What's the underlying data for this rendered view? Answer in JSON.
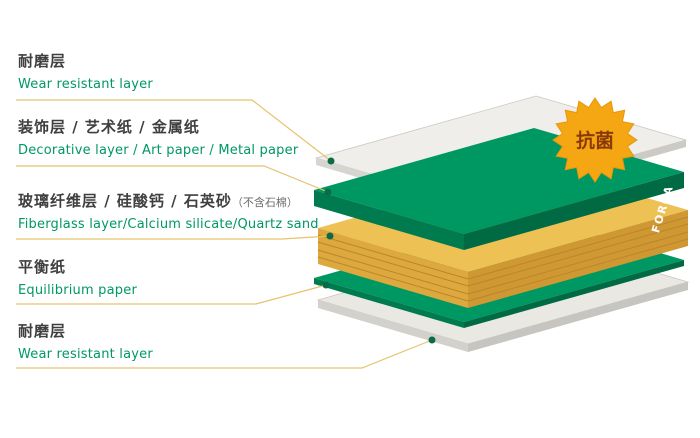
{
  "diagram": {
    "labels": [
      {
        "zh": "耐磨层",
        "en": "Wear resistant layer"
      },
      {
        "zh": "装饰层 / 艺术纸 / 金属纸",
        "en": "Decorative layer / Art paper / Metal paper"
      },
      {
        "zh": "玻璃纤维层 / 硅酸钙 / 石英砂",
        "note": "（不含石棉）",
        "en": "Fiberglass layer/Calcium silicate/Quartz sand"
      },
      {
        "zh": "平衡纸",
        "en": "Equilibrium paper"
      },
      {
        "zh": "耐磨层",
        "en": "Wear resistant layer"
      }
    ],
    "badge": {
      "text": "抗菌"
    },
    "brand": {
      "text": "FORCA"
    },
    "layers": [
      {
        "name": "wear-resistant-layer-top",
        "color": "#efeeea"
      },
      {
        "name": "decorative-layer",
        "color": "#009862"
      },
      {
        "name": "fiberglass-core-layer",
        "color": "#eec155"
      },
      {
        "name": "equilibrium-paper-layer",
        "color": "#009862"
      },
      {
        "name": "wear-resistant-layer-bottom",
        "color": "#e9e8e2"
      }
    ],
    "colors": {
      "zh_text": "#3f3f3f",
      "en_text": "#009862",
      "leader_line": "#e6c36d",
      "dot": "#0a6b47",
      "badge_bg": "#f4a712",
      "badge_text": "#8a3a06",
      "green_top": "#009862",
      "green_side": "#00704a",
      "yellow_top": "#eec155",
      "yellow_side": "#dda83e"
    }
  }
}
